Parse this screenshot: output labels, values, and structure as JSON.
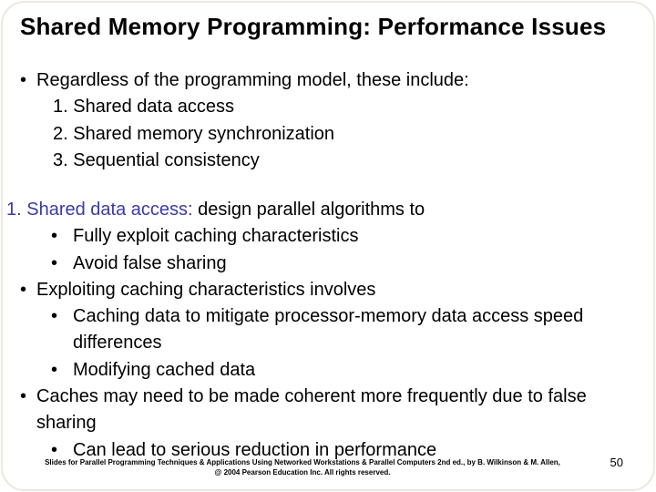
{
  "colors": {
    "accent_blue": "#3b3ba6",
    "text": "#000000",
    "frame_border": "#ece8df",
    "background": "#ffffff"
  },
  "bullet_glyph": "•",
  "title": "Shared Memory Programming: Performance Issues",
  "intro": {
    "lead": "Regardless of the programming model, these include:",
    "items": [
      "1. Shared data access",
      "2. Shared memory synchronization",
      "3. Sequential consistency"
    ]
  },
  "body": {
    "lead_highlight": "1. Shared data access:",
    "lead_rest": " design parallel algorithms to",
    "bullets": [
      {
        "level": 2,
        "text": "Fully exploit caching characteristics"
      },
      {
        "level": 2,
        "text": "Avoid false sharing"
      },
      {
        "level": 1,
        "text": "Exploiting caching characteristics involves"
      },
      {
        "level": 2,
        "text": "Caching data to mitigate processor-memory data access speed differences"
      },
      {
        "level": 2,
        "text": "Modifying cached data"
      },
      {
        "level": 1,
        "text": "Caches may need to be made coherent more frequently due to false sharing"
      },
      {
        "level": 2,
        "text": "Can lead to serious reduction in performance"
      }
    ]
  },
  "footer": {
    "line1": "Slides for Parallel Programming Techniques & Applications Using Networked Workstations & Parallel Computers 2nd ed., by B. Wilkinson & M. Allen,",
    "line2": "@ 2004 Pearson Education Inc. All rights reserved.",
    "page_number": "50"
  }
}
